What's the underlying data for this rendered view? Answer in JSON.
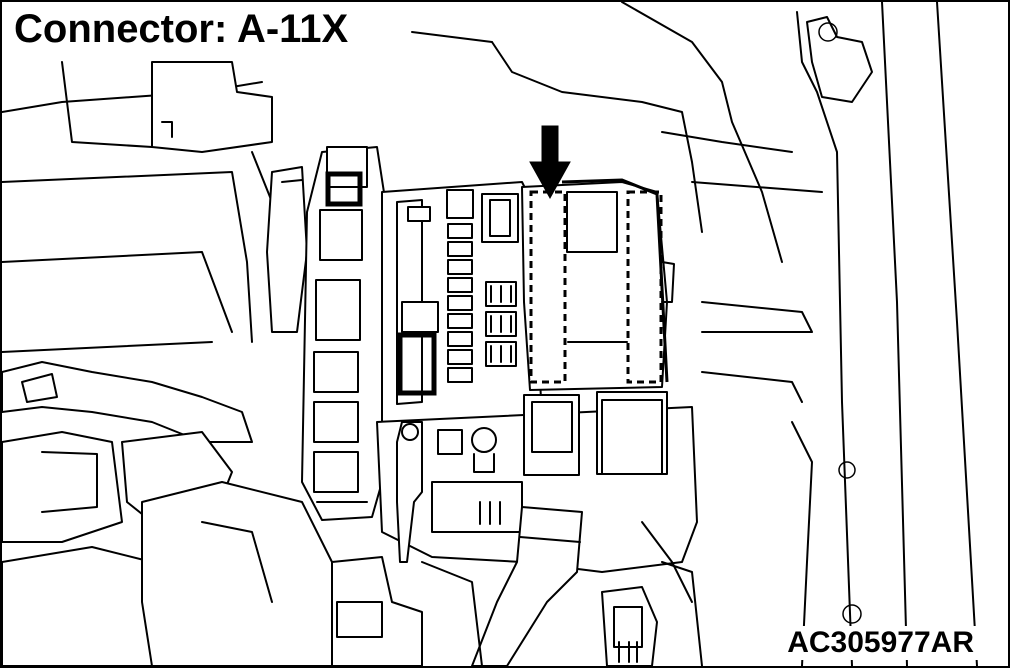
{
  "title": "Connector: A-11X",
  "figure_code": "AC305977AR",
  "diagram": {
    "subject": "relay-and-fuse-box",
    "indicator": "arrow-down-icon"
  }
}
